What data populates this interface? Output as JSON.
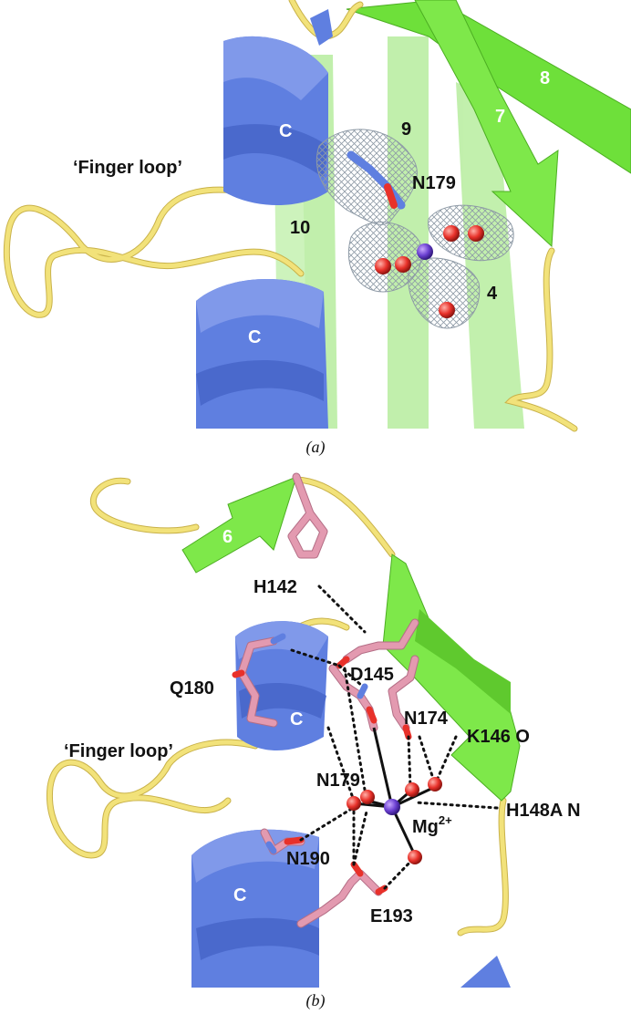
{
  "panel_a": {
    "caption": "(a)",
    "labels": {
      "finger_loop": "‘Finger loop’",
      "strand_9": "9",
      "strand_10": "10",
      "strand_4": "4",
      "strand_7": "7",
      "strand_8": "8",
      "helix_c_top": "C",
      "helix_c_bottom": "C",
      "residue": "N179"
    }
  },
  "panel_b": {
    "caption": "(b)",
    "labels": {
      "finger_loop": "‘Finger loop’",
      "strand_6": "6",
      "helix_c_top": "C",
      "helix_c_bottom": "C",
      "h142": "H142",
      "d145": "D145",
      "q180": "Q180",
      "n174": "N174",
      "k146": "K146 O",
      "n179": "N179",
      "h148": "H148A N",
      "mg": "Mg",
      "mg_charge": "2+",
      "n190": "N190",
      "e193": "E193"
    }
  },
  "colors": {
    "helix": "#5f7fe0",
    "helix_dark": "#3f5cc0",
    "strand": "#7ee84a",
    "strand_pale": "#bdf0a6",
    "loop": "#f2e27a",
    "stick": "#e39ab0",
    "water": "#e8312a",
    "metal": "#7a3fc9",
    "mesh": "#9aa7b3"
  }
}
